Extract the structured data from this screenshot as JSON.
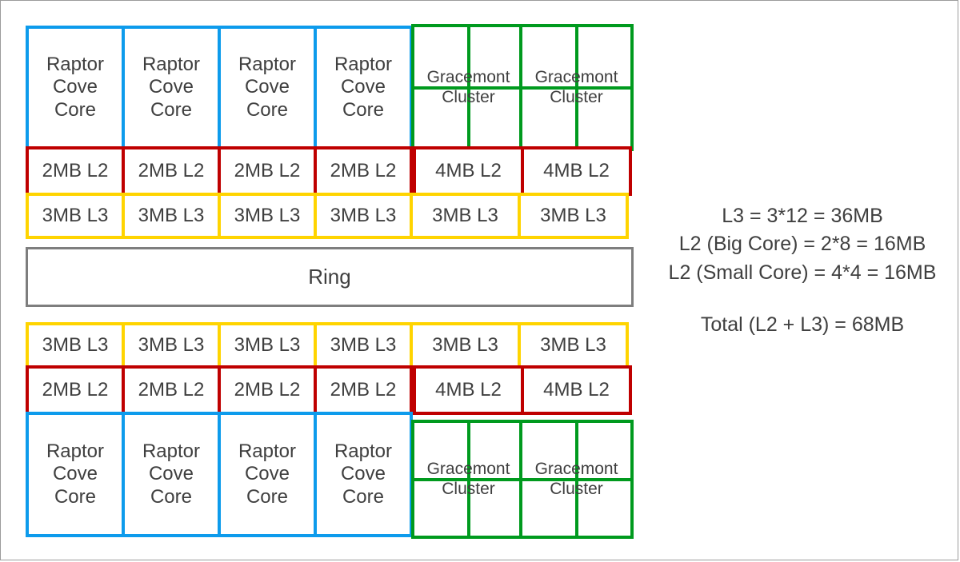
{
  "diagram": {
    "title": "Raptor Lake cache hierarchy diagram",
    "colors": {
      "big_core_border": "#0d9bec",
      "l2_border": "#bf0000",
      "l3_border": "#ffd400",
      "ring_border": "#7e7e7e",
      "gracemont_border": "#009a1e",
      "frame": "#9b9b9b",
      "text": "#3f3f3f",
      "background": "#ffffff"
    },
    "labels": {
      "big_core": "Raptor\nCove\nCore",
      "big_core_l2": "2MB L2",
      "l3": "3MB L3",
      "ring": "Ring",
      "gracemont_cluster": "Gracemont\nCluster",
      "small_core_l2": "4MB L2"
    },
    "top_half": {
      "cores": [
        "Raptor\nCove\nCore",
        "Raptor\nCove\nCore",
        "Raptor\nCove\nCore",
        "Raptor\nCove\nCore"
      ],
      "clusters": [
        "Gracemont\nCluster",
        "Gracemont\nCluster"
      ],
      "big_l2": [
        "2MB L2",
        "2MB L2",
        "2MB L2",
        "2MB L2"
      ],
      "small_l2": [
        "4MB L2",
        "4MB L2"
      ],
      "l3": [
        "3MB L3",
        "3MB L3",
        "3MB L3",
        "3MB L3",
        "3MB L3",
        "3MB L3"
      ]
    },
    "ring": "Ring",
    "bottom_half": {
      "l3": [
        "3MB L3",
        "3MB L3",
        "3MB L3",
        "3MB L3",
        "3MB L3",
        "3MB L3"
      ],
      "big_l2": [
        "2MB L2",
        "2MB L2",
        "2MB L2",
        "2MB L2"
      ],
      "small_l2": [
        "4MB L2",
        "4MB L2"
      ],
      "cores": [
        "Raptor\nCove\nCore",
        "Raptor\nCove\nCore",
        "Raptor\nCove\nCore",
        "Raptor\nCove\nCore"
      ],
      "clusters": [
        "Gracemont\nCluster",
        "Gracemont\nCluster"
      ]
    }
  },
  "legend": {
    "lines": [
      "L3 = 3*12 = 36MB",
      "L2 (Big Core) = 2*8 = 16MB",
      "L2 (Small Core) = 4*4 = 16MB"
    ],
    "total": "Total (L2 + L3) = 68MB"
  }
}
